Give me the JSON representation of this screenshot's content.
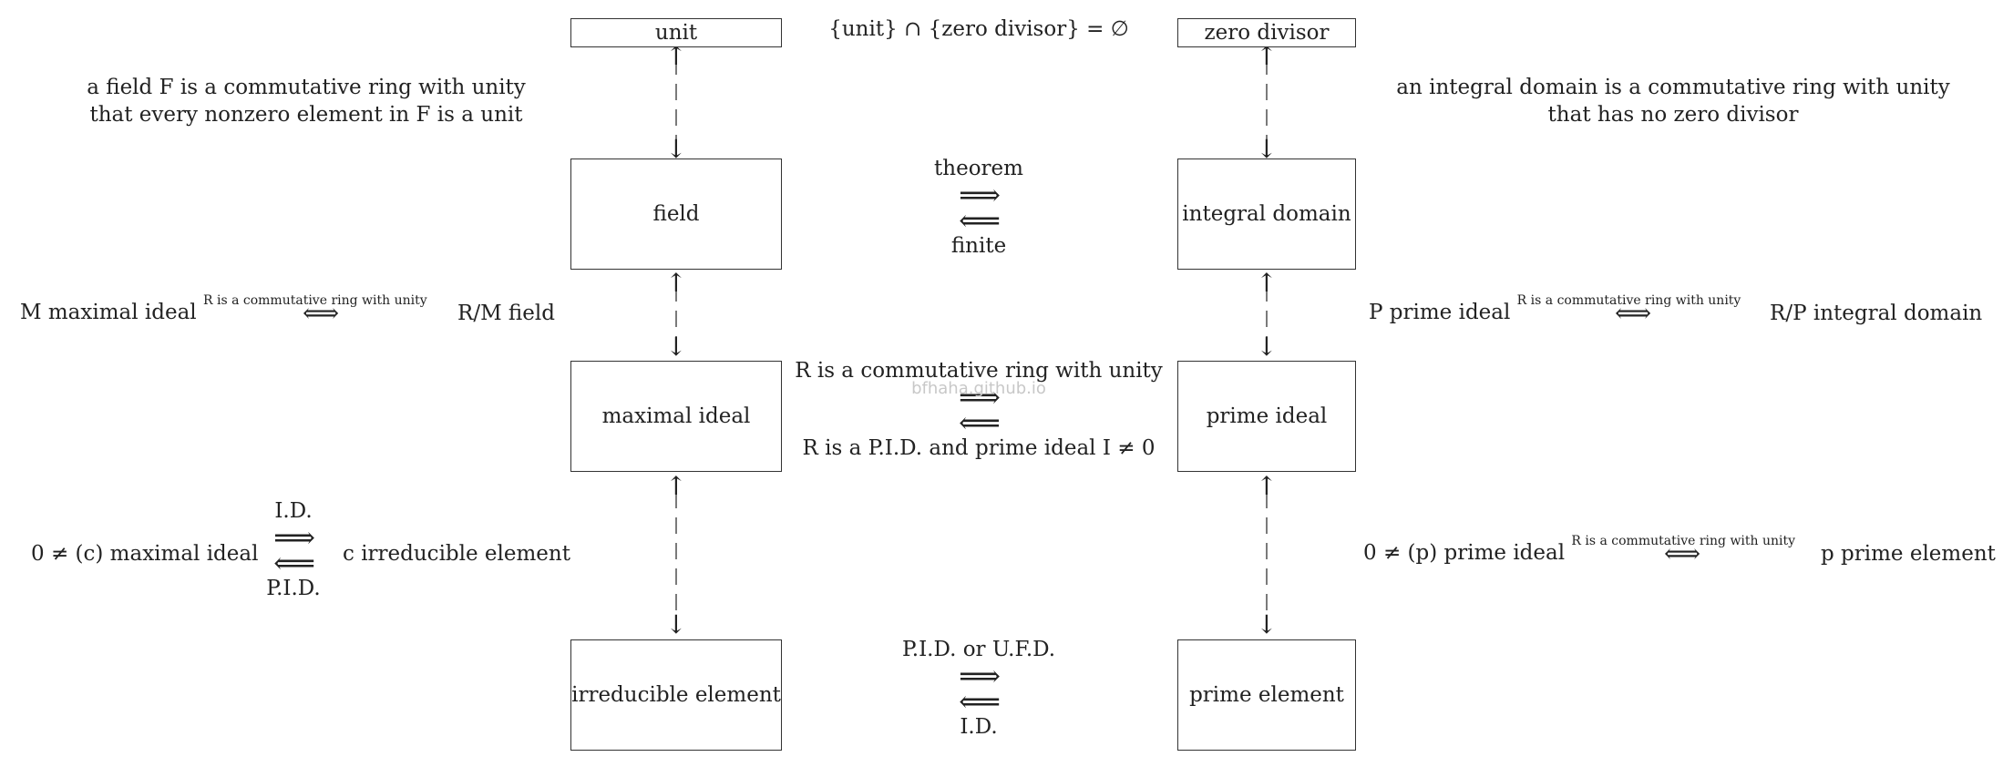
{
  "boxes": {
    "unit": "unit",
    "zero_divisor": "zero divisor",
    "field": "field",
    "integral_domain": "integral domain",
    "maximal_ideal": "maximal ideal",
    "prime_ideal": "prime ideal",
    "irreducible_element": "irreducible element",
    "prime_element": "prime element"
  },
  "top_center": {
    "lbrace": "{unit}",
    "cap": "∩",
    "rbrace": "{zero divisor}",
    "eq": "= ∅"
  },
  "left_notes": {
    "field_def_line1": "a field F is a commutative ring with unity",
    "field_def_line2": "that every nonzero element in F is a unit",
    "maximal_left": "M maximal ideal",
    "maximal_label": "R is a commutative ring with unity",
    "maximal_right": "R/M field",
    "irreducible_left": "0 ≠ (c) maximal ideal",
    "irreducible_top": "I.D.",
    "irreducible_bottom": "P.I.D.",
    "irreducible_right": "c irreducible element"
  },
  "right_notes": {
    "domain_def_line1": "an integral domain is a commutative ring with unity",
    "domain_def_line2": "that has no zero divisor",
    "prime_left": "P prime ideal",
    "prime_label": "R is a commutative ring with unity",
    "prime_right": "R/P integral domain",
    "prime_el_left": "0 ≠ (p) prime ideal",
    "prime_el_label": "R is a commutative ring with unity",
    "prime_el_right": "p prime element"
  },
  "center_labels": {
    "field_top": "theorem",
    "field_bottom": "finite",
    "ideal_top": "R is a commutative ring with unity",
    "ideal_bottom": "R is a P.I.D. and prime ideal I ≠ 0",
    "element_top": "P.I.D. or U.F.D.",
    "element_bottom": "I.D."
  },
  "symbols": {
    "implies": "⟹",
    "implied_by": "⟸",
    "iff": "⟺",
    "up": "↑",
    "down": "↓"
  },
  "watermark": "bfhaha.github.io"
}
